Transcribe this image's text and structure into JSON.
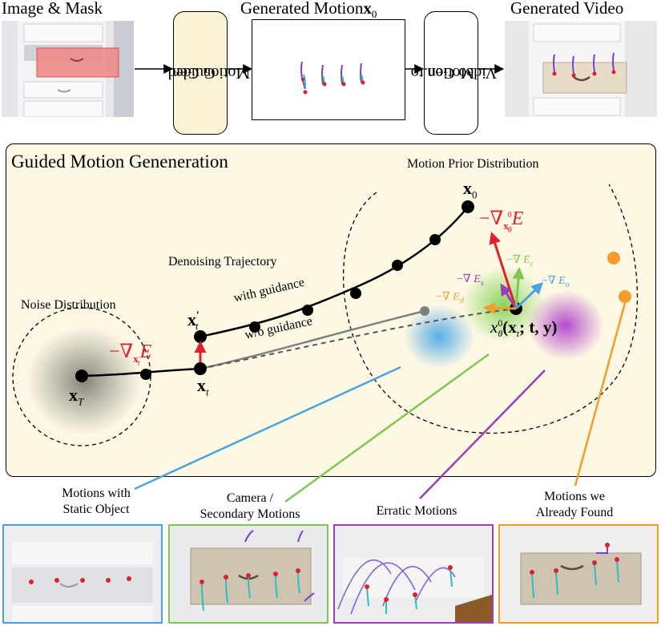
{
  "top": {
    "image_mask_title": "Image & Mask",
    "generated_motion_title": "Generated Motion",
    "generated_motion_symbol": "x",
    "generated_motion_sub": "0",
    "generated_video_title": "Generated Video",
    "guided_box": [
      "Guided",
      "Motion Gen."
    ],
    "m2v_box": [
      "Motion to",
      "Video Gen."
    ]
  },
  "main": {
    "title": "Guided Motion Geneneration",
    "motion_prior": "Motion Prior Distribution",
    "noise_dist": "Noise Distribution",
    "denoising": "Denoising Trajectory",
    "with_guidance": "with guidance",
    "wo_guidance": "w/o guidance",
    "x0": "x",
    "x0_sub": "0",
    "xT": "x",
    "xT_sub": "T",
    "xt": "x",
    "xt_sub": "t",
    "xt_prime": "x",
    "xt_prime_sup": "′",
    "xt_prime_sub": "t",
    "grad_top": "−∇",
    "grad_top_sub": "x",
    "grad_top_subsup": "0",
    "grad_top_subsub": "θ",
    "grad_top_E": "E",
    "grad_left": "−∇",
    "grad_left_sub": "x",
    "grad_left_subsub": "t",
    "grad_left_E": "E",
    "grad_c": "−∇",
    "grad_c_E": "E",
    "grad_c_sub": "c",
    "grad_s": "−∇",
    "grad_s_E": "E",
    "grad_s_sub": "s",
    "grad_o": "−∇",
    "grad_o_E": "E",
    "grad_o_sub": "o",
    "grad_d": "−∇",
    "grad_d_E": "E",
    "grad_d_sub": "d",
    "x0hat_x": "x",
    "x0hat_sup": "0",
    "x0hat_sub": "θ",
    "x0hat_args": "(x",
    "x0hat_args_sub": "t",
    "x0hat_rest": "; t, y)"
  },
  "bottom": {
    "labels": [
      [
        "Motions with",
        "Static Object"
      ],
      [
        "Camera /",
        "Secondary Motions"
      ],
      [
        "Erratic Motions"
      ],
      [
        "Motions we",
        "Already Found"
      ]
    ]
  },
  "colors": {
    "blue": "#4aa3df",
    "green": "#7ec850",
    "purple": "#9b3fb5",
    "orange": "#f39c2a",
    "red": "#e0202a",
    "panel_bg": "#fdf8e4"
  }
}
